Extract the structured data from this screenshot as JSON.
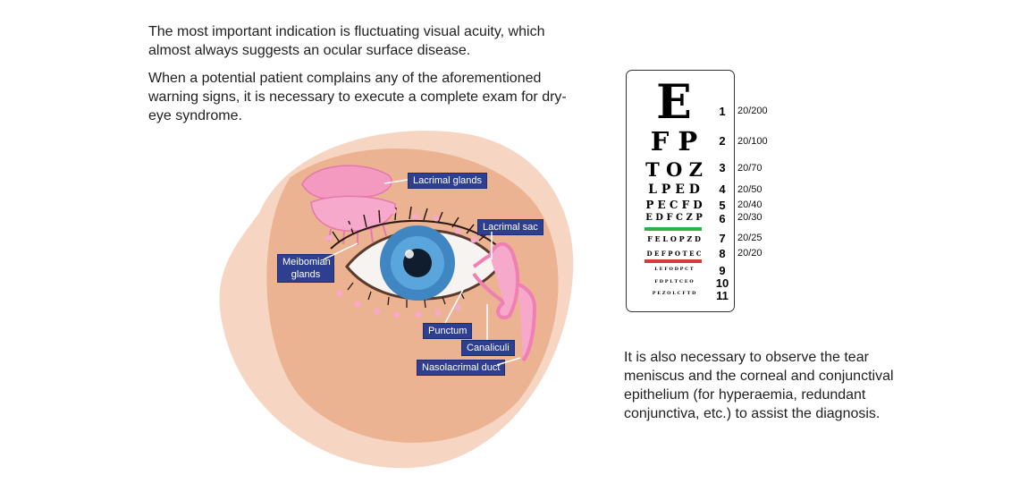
{
  "intro": {
    "p1": "The most important indication is fluctuating visual acuity, which almost always suggests an ocular surface disease.",
    "p2": "When a potential patient complains any of the aforementioned warning signs, it is necessary to execute a complete exam for dry-eye syndrome."
  },
  "diagram": {
    "labels": {
      "lacrimal_glands": "Lacrimal glands",
      "lacrimal_sac": "Lacrimal sac",
      "meibomian_glands": "Meibomian glands",
      "punctum": "Punctum",
      "canaliculi": "Canaliculi",
      "nasolacrimal_duct": "Nasolacrimal duct"
    },
    "colors": {
      "skin": "#f1c2a2",
      "skin_dark": "#e9ad8a",
      "gland_pink": "#f49ac1",
      "label_bg": "#2f3f8f",
      "iris": "#3f86c2"
    }
  },
  "eye_chart": {
    "rows": [
      {
        "letters": "E",
        "line": "1",
        "acuity": "20/200"
      },
      {
        "letters": "F P",
        "line": "2",
        "acuity": "20/100"
      },
      {
        "letters": "T O Z",
        "line": "3",
        "acuity": "20/70"
      },
      {
        "letters": "L P E D",
        "line": "4",
        "acuity": "20/50"
      },
      {
        "letters": "P E C F D",
        "line": "5",
        "acuity": "20/40"
      },
      {
        "letters": "E D F C Z P",
        "line": "6",
        "acuity": "20/30"
      },
      {
        "letters": "F E L O P Z D",
        "line": "7",
        "acuity": "20/25"
      },
      {
        "letters": "D E F P O T E C",
        "line": "8",
        "acuity": "20/20"
      },
      {
        "letters": "L E F O D P C T",
        "line": "9"
      },
      {
        "letters": "F D P L T C E O",
        "line": "10"
      },
      {
        "letters": "P E Z O L C F T D",
        "line": "11"
      }
    ],
    "colors": {
      "green_bar": "#2db24a",
      "red_bar": "#d43c3c"
    }
  },
  "outro": {
    "p3": "It is also necessary to observe the tear meniscus and the corneal and conjunctival epithelium (for hyperaemia, redundant conjunctiva, etc.) to assist the diagnosis."
  }
}
